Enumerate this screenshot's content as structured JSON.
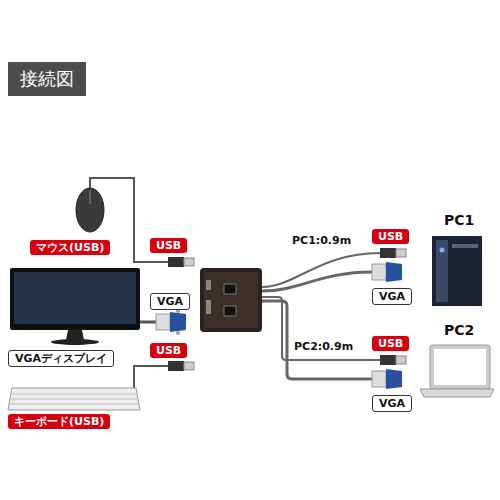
{
  "diagram": {
    "title": "接続図",
    "nodes": [
      {
        "text": [
          "マウス(USB)"
        ]
      },
      {
        "text": [
          "USB"
        ]
      },
      {
        "text": [
          "VGA"
        ]
      },
      {
        "text": [
          "VGAディスプレイ"
        ]
      },
      {
        "text": [
          "USB"
        ]
      },
      {
        "text": [
          "キーボード(USB)"
        ]
      },
      {
        "text": [
          "USB"
        ]
      },
      {
        "text": [
          "VGA"
        ]
      },
      {
        "text": [
          "USB"
        ]
      },
      {
        "text": [
          "VGA"
        ]
      }
    ],
    "labels": [
      "PC1",
      "PC1:0.9m",
      "PC2",
      "PC2:0.9m"
    ]
  }
}
